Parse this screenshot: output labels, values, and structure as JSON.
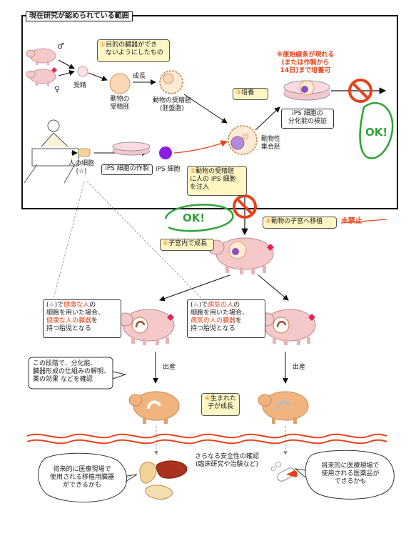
{
  "frame_title": "現在研究が認められている範囲",
  "labels": {
    "fertilization": "受精",
    "growth": "成長",
    "animal_embryo": [
      "動物の",
      "受精胚"
    ],
    "blastocyst": [
      "動物の受精胚",
      "(胚盤胞)"
    ],
    "chimera": [
      "動物性",
      "集合胚"
    ],
    "human_cell": [
      "人の細胞",
      "(☆)"
    ],
    "ips_cell": "iPS 細胞",
    "ips_making": "iPS 細胞の作製",
    "ips_verify": [
      "iPS 細胞の",
      "分化能の検証"
    ],
    "birth_left": "出産",
    "birth_right": "出産"
  },
  "notes": {
    "step1_num": "①",
    "step1": [
      "目的の臓器ができ",
      "ないようにしたもの"
    ],
    "step2_num": "②",
    "step2": [
      "動物の受精胚",
      "に人の iPS 細胞",
      "を注入"
    ],
    "step3_num": "③",
    "step3": "培養",
    "step4a_num": "④",
    "step4a": "動物の子宮へ移植",
    "step4b_num": "④",
    "step4b": "子宮内で成長",
    "step4c_num": "④",
    "step4c": [
      "生まれた",
      "子が成長"
    ],
    "primitive_streak": [
      "※原始線条が現れる",
      "(または作製から",
      "14日)まで培養可"
    ],
    "prohibited_mark": "※",
    "prohibited_text": "禁止",
    "ok1": "OK!",
    "ok2": "OK!"
  },
  "healthy_box": {
    "pre": "(☆)で",
    "hl1": "健康な人",
    "mid1": "の",
    "line2": "細胞を用いた場合、",
    "hl2": "健康な人の臓器",
    "post2": "を",
    "line4": "持つ胎児となる"
  },
  "sick_box": {
    "pre": "(☆)で",
    "hl1": "病気の人",
    "mid1": "の",
    "line2": "細胞を用いた場合、",
    "hl2": "病気の人の臓器",
    "post2": "を",
    "line4": "持つ胎児となる"
  },
  "confirm_box": [
    "この段階で、分化能、",
    "臓器形成の仕組みの解明、",
    "薬の効果 などを確認"
  ],
  "safety": [
    "さらなる安全性の確認",
    "(臨床研究や治験など)"
  ],
  "future_left": [
    "将来的に医療現場で",
    "使用される移植用臓器",
    "ができるかも"
  ],
  "future_right": [
    "将来的に医療現場で",
    "使用される医薬品が",
    "できるかも"
  ],
  "colors": {
    "accent_red": "#e8421a",
    "ok_green": "#2fa336",
    "note_yellow": "#fff6c4",
    "pig_pink": "#f5c9c9",
    "pig_orange": "#f2b47e",
    "ips_purple": "#8a1ee0"
  }
}
